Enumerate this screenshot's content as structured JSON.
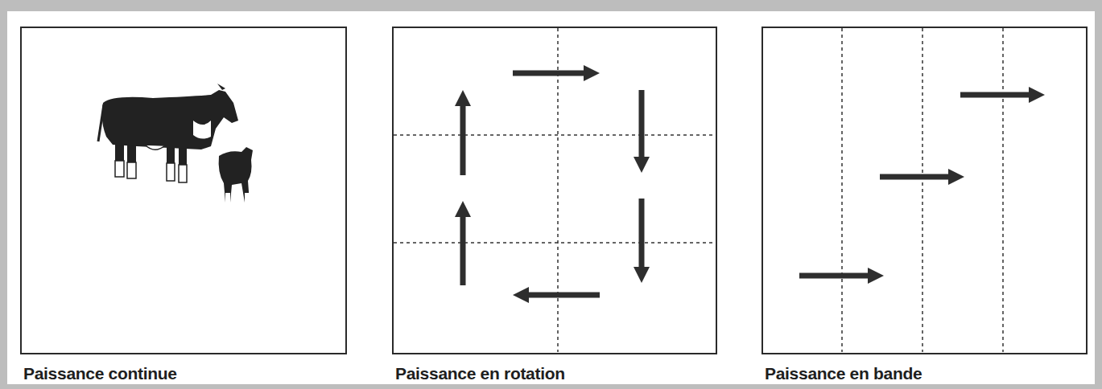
{
  "diagram": {
    "nodes": [
      {
        "text": [
          "Paissance continue"
        ]
      },
      {
        "text": [
          "Paissance en rotation"
        ]
      },
      {
        "text": [
          "Paissance en bande"
        ]
      }
    ]
  }
}
